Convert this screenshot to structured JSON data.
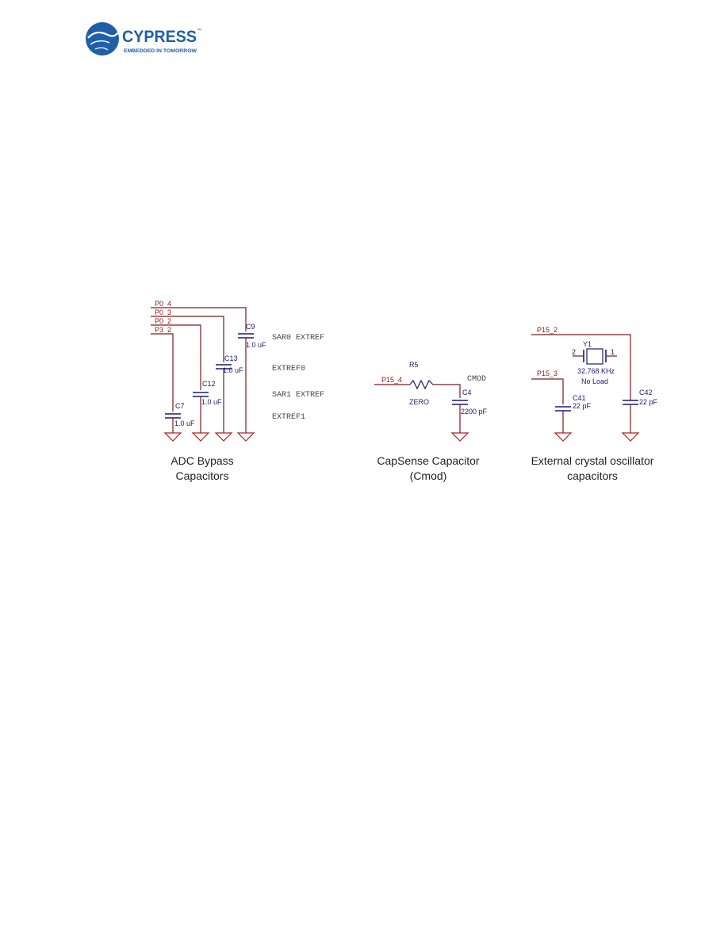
{
  "logo": {
    "brand": "CYPRESS",
    "tagline": "EMBEDDED IN TOMORROW",
    "trademark": "™",
    "color": "#1f5ea8"
  },
  "adc": {
    "nets": [
      "P0_4",
      "P0_3",
      "P0_2",
      "P3_2"
    ],
    "parts": [
      {
        "ref": "C9",
        "value": "1.0 uF"
      },
      {
        "ref": "C13",
        "value": "1.0 uF"
      },
      {
        "ref": "C12",
        "value": "1.0 uF"
      },
      {
        "ref": "C7",
        "value": "1.0 uF"
      }
    ],
    "labels": [
      "SAR0 EXTREF",
      "EXTREF0",
      "SAR1 EXTREF",
      "EXTREF1"
    ],
    "caption_line1": "ADC Bypass",
    "caption_line2": "Capacitors"
  },
  "capsense": {
    "net": "P15_4",
    "resistor_ref": "R5",
    "resistor_value": "ZERO",
    "node_label": "CMOD",
    "cap_ref": "C4",
    "cap_value": "2200 pF",
    "caption_line1": "CapSense Capacitor",
    "caption_line2": "(Cmod)"
  },
  "crystal": {
    "net_top": "P15_2",
    "net_left": "P15_3",
    "xtal_ref": "Y1",
    "pin2": "2",
    "pin1": "1",
    "xtal_value": "32.768 KHz",
    "xtal_note": "No Load",
    "cap_left_ref": "C41",
    "cap_left_value": "22 pF",
    "cap_right_ref": "C42",
    "cap_right_value": "22 pF",
    "caption_line1": "External crystal oscillator",
    "caption_line2": "capacitors"
  }
}
